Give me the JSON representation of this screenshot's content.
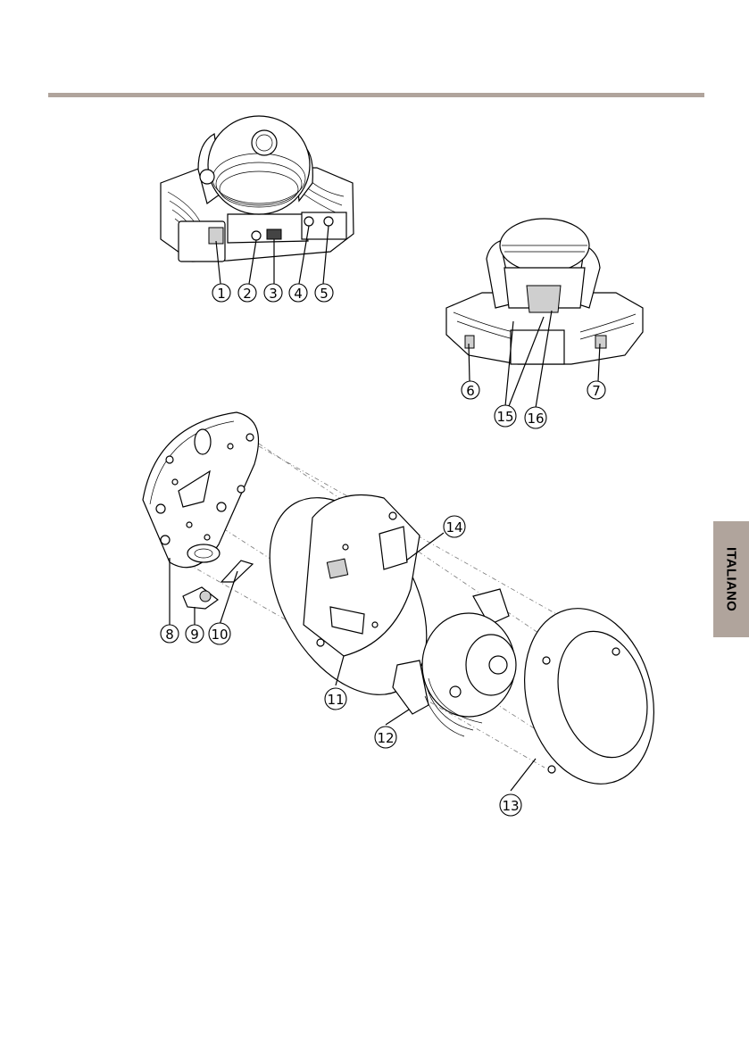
{
  "side_tab": {
    "label": "ITALIANO"
  },
  "colors": {
    "rule": "#b0a49c",
    "tab": "#b0a49c"
  },
  "callouts": {
    "c1": "1",
    "c2": "2",
    "c3": "3",
    "c4": "4",
    "c5": "5",
    "c6": "6",
    "c7": "7",
    "c8": "8",
    "c9": "9",
    "c10": "10",
    "c11": "11",
    "c12": "12",
    "c13": "13",
    "c14": "14",
    "c15": "15",
    "c16": "16"
  }
}
